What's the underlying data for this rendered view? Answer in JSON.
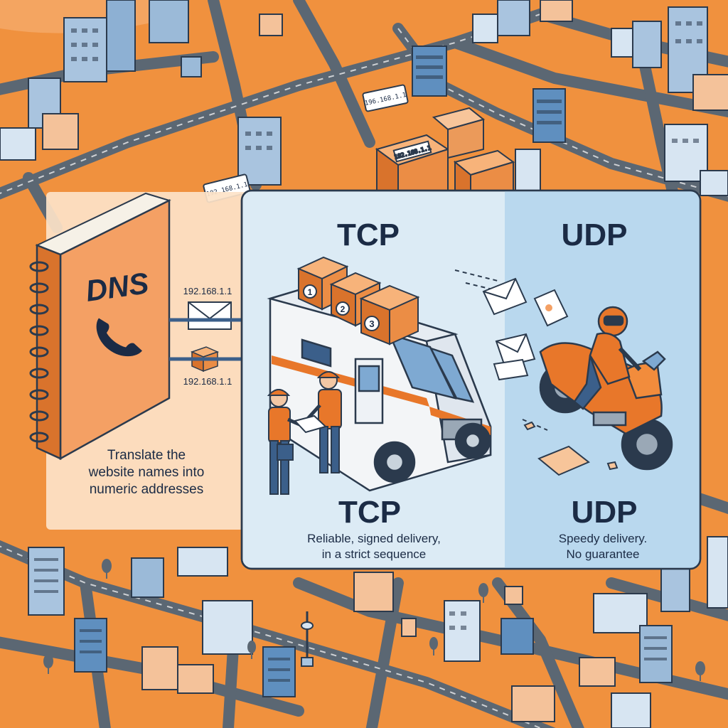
{
  "dns": {
    "book_title": "DNS",
    "description_lines": [
      "Translate the",
      "website names into",
      "numeric addresses"
    ],
    "ip_top": "192.168.1.1",
    "ip_bottom": "192.168.1.1"
  },
  "map": {
    "sign_ips": [
      "196.168.1.1",
      "192.168.1.1"
    ],
    "box_label": "192.168.1.1"
  },
  "tcp": {
    "header": "TCP",
    "title": "TCP",
    "desc_lines": [
      "Reliable, signed delivery,",
      "in a strict sequence"
    ],
    "packet_numbers": [
      "1",
      "2",
      "3"
    ]
  },
  "udp": {
    "header": "UDP",
    "title": "UDP",
    "desc_lines": [
      "Speedy delivery.",
      "No guarantee"
    ]
  },
  "colors": {
    "ground": "#f0913e",
    "road": "#5b6773",
    "panel_tcp": "#dcebf5",
    "panel_udp": "#b9d8ee",
    "accent": "#e8772a",
    "navy": "#1b2b45"
  },
  "icons": [
    "phone-icon",
    "envelope-icon",
    "package-icon",
    "arrow-right-icon"
  ]
}
